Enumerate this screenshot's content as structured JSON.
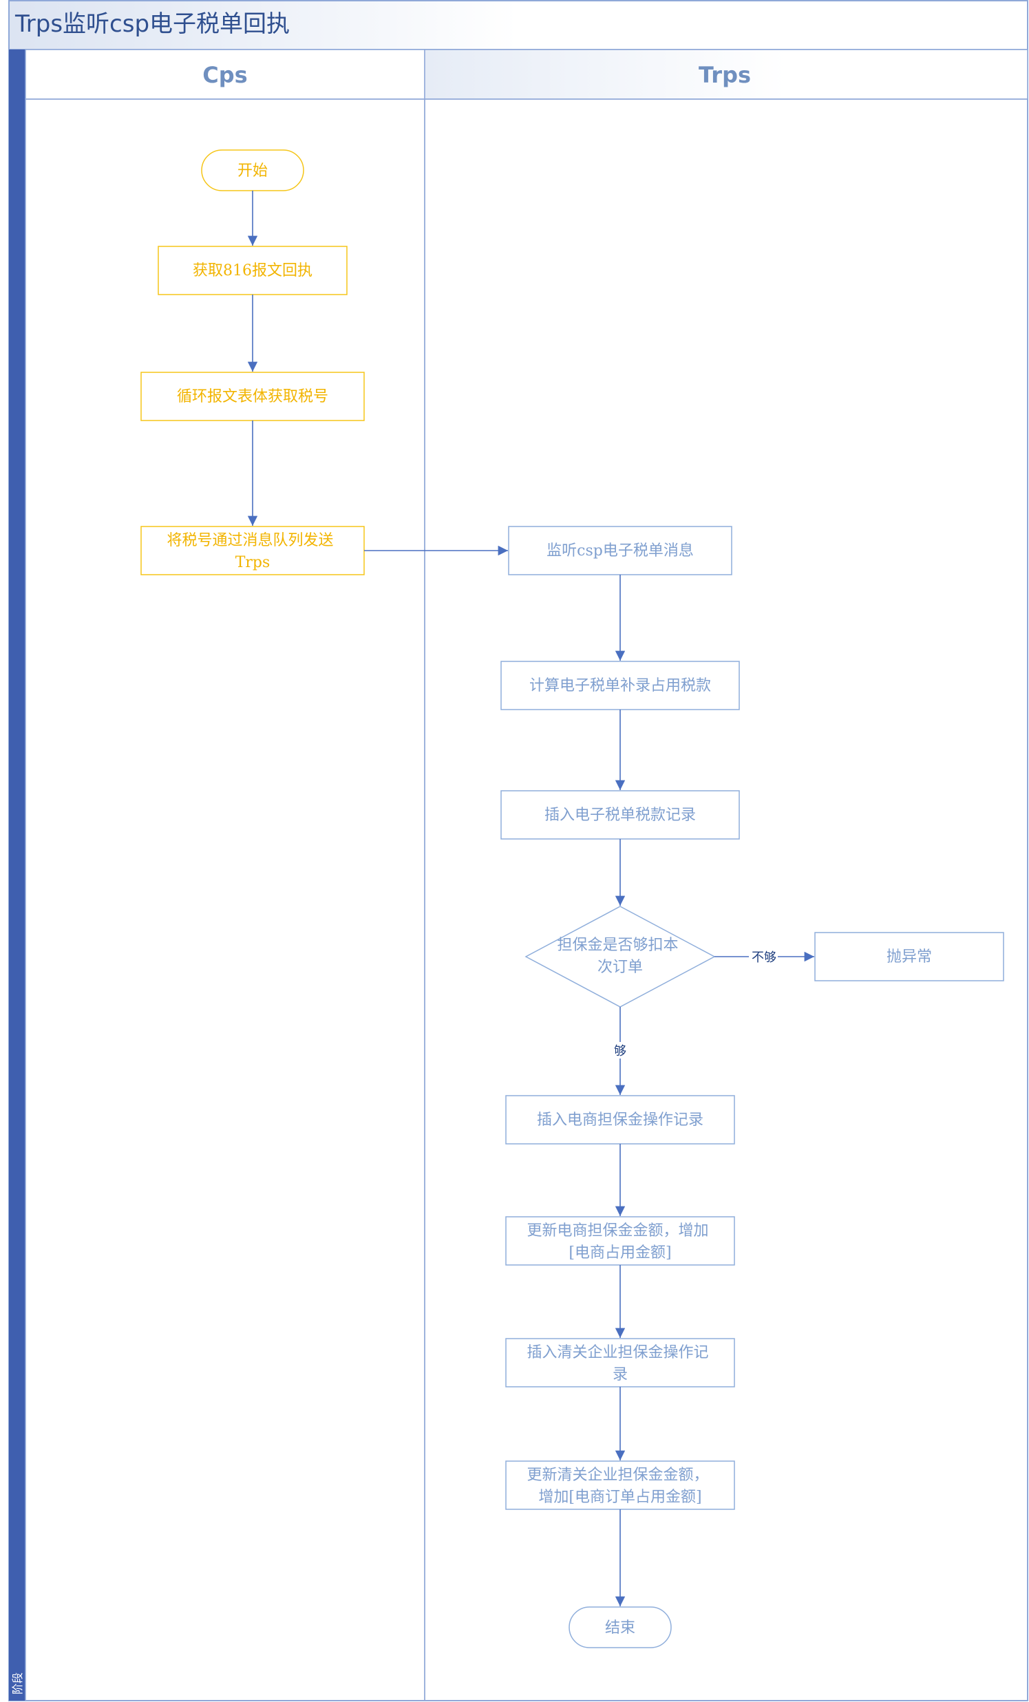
{
  "title": "Trps监听csp电子税单回执",
  "stage_label": "阶段",
  "lanes": {
    "left": "Cps",
    "right": "Trps"
  },
  "nodes": {
    "start": "开始",
    "fetch_receipt": [
      "获取816报文回执"
    ],
    "loop_body": [
      "循环报文表体获取税号"
    ],
    "send_queue": [
      "将税号通过消息队列发送",
      "Trps"
    ],
    "listen": [
      "监听csp电子税单消息"
    ],
    "calc": [
      "计算电子税单补录占用税款"
    ],
    "insert_record": [
      "插入电子税单税款记录"
    ],
    "decision": [
      "担保金是否够扣本",
      "次订单"
    ],
    "throw": [
      "抛异常"
    ],
    "insert_guarantee": [
      "插入电商担保金操作记录"
    ],
    "update_amount": [
      "更新电商担保金金额，增加",
      "[电商占用金额]"
    ],
    "insert_customs": [
      "插入清关企业担保金操作记",
      "录"
    ],
    "update_customs": [
      "更新清关企业担保金金额，",
      "增加[电商订单占用金额]"
    ],
    "end": "结束"
  },
  "edge_labels": {
    "not_enough": "不够",
    "enough": "够"
  },
  "colors": {
    "frame": "#8FA8D8",
    "stage_bar": "#3F5FAF",
    "cps_stroke": "#F5C518",
    "cps_text": "#F2B400",
    "trps_stroke": "#8FAEDB",
    "trps_text": "#7F9FCF",
    "edge": "#4A6FC0"
  }
}
